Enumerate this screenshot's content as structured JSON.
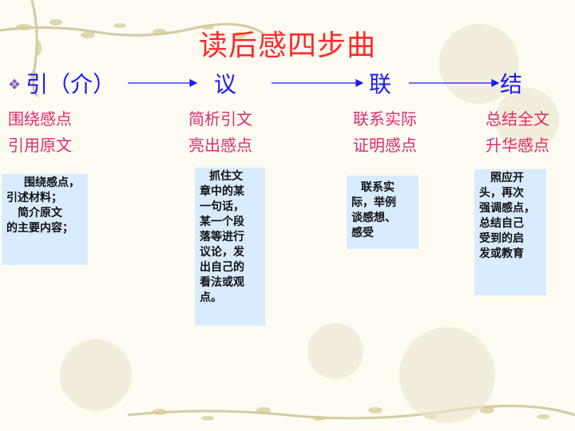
{
  "title": "读后感四步曲",
  "steps": [
    {
      "label": "引（介）",
      "subs": [
        "围绕感点",
        "引用原文"
      ],
      "box": [
        "围绕感点，",
        "引述材料；",
        "简介原文",
        "的主要内容；"
      ]
    },
    {
      "label": "议",
      "subs": [
        "简析引文",
        "亮出感点"
      ],
      "box": [
        "抓住文",
        "章中的某",
        "一句话，",
        "某一个段",
        "落等进行",
        "议论，发",
        "出自己的",
        "看法或观",
        "点。"
      ]
    },
    {
      "label": "联",
      "subs": [
        "联系实际",
        "证明感点"
      ],
      "box": [
        "联系实",
        "际，举例",
        "谈感想、",
        "感受"
      ]
    },
    {
      "label": "结",
      "subs": [
        "总结全文",
        "升华感点"
      ],
      "box": [
        "照应开",
        "头，再次",
        "强调感点，",
        "总结自己",
        "受到的启",
        "发或教育"
      ]
    }
  ],
  "colors": {
    "title": "#ff2a2a",
    "steps": "#1a1aff",
    "subs": "#e02b6b",
    "box_bg": "#d9ecff"
  },
  "bullet_icon": "diamond-bullet-icon"
}
